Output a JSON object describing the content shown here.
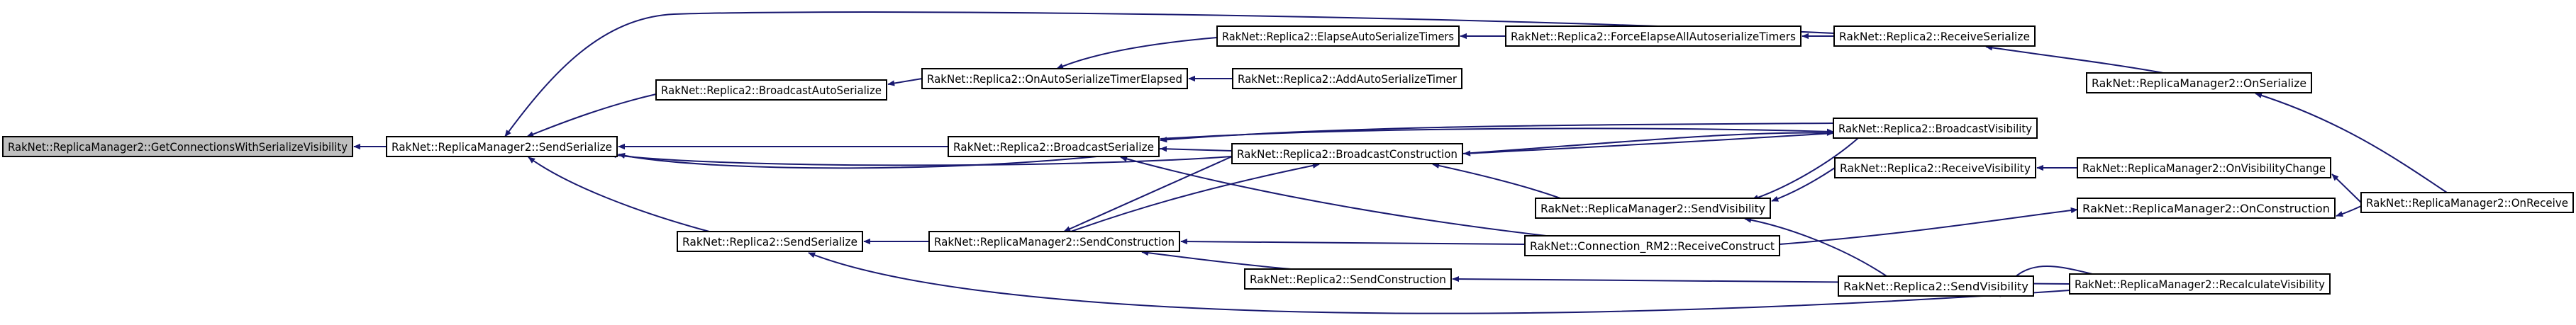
{
  "graph": {
    "nodes": [
      {
        "id": "n0",
        "label": "RakNet::ReplicaManager2::GetConnectionsWithSerializeVisibility",
        "root": true,
        "link": false
      },
      {
        "id": "n1",
        "label": "RakNet::ReplicaManager2::SendSerialize",
        "root": false,
        "link": true
      },
      {
        "id": "n2",
        "label": "RakNet::Replica2::BroadcastAutoSerialize",
        "root": false,
        "link": true
      },
      {
        "id": "n3",
        "label": "RakNet::Replica2::OnAutoSerializeTimerElapsed",
        "root": false,
        "link": true
      },
      {
        "id": "n4",
        "label": "RakNet::Replica2::ElapseAutoSerializeTimers",
        "root": false,
        "link": true
      },
      {
        "id": "n5",
        "label": "RakNet::Replica2::ForceElapseAllAutoserializeTimers",
        "root": false,
        "link": true
      },
      {
        "id": "n6",
        "label": "RakNet::Replica2::ReceiveSerialize",
        "root": false,
        "link": true
      },
      {
        "id": "n7",
        "label": "RakNet::ReplicaManager2::OnSerialize",
        "root": false,
        "link": true
      },
      {
        "id": "n8",
        "label": "RakNet::ReplicaManager2::OnReceive",
        "root": false,
        "link": true
      },
      {
        "id": "n9",
        "label": "RakNet::Replica2::AddAutoSerializeTimer",
        "root": false,
        "link": true
      },
      {
        "id": "n10",
        "label": "RakNet::Replica2::BroadcastSerialize",
        "root": false,
        "link": true
      },
      {
        "id": "n11",
        "label": "RakNet::Replica2::BroadcastVisibility",
        "root": false,
        "link": true
      },
      {
        "id": "n12",
        "label": "RakNet::Replica2::BroadcastConstruction",
        "root": false,
        "link": true
      },
      {
        "id": "n13",
        "label": "RakNet::Replica2::ReceiveVisibility",
        "root": false,
        "link": true
      },
      {
        "id": "n14",
        "label": "RakNet::ReplicaManager2::OnVisibilityChange",
        "root": false,
        "link": true
      },
      {
        "id": "n15",
        "label": "RakNet::ReplicaManager2::SendVisibility",
        "root": false,
        "link": true
      },
      {
        "id": "n16",
        "label": "RakNet::ReplicaManager2::OnConstruction",
        "root": false,
        "link": true
      },
      {
        "id": "n17",
        "label": "RakNet::Replica2::SendSerialize",
        "root": false,
        "link": true
      },
      {
        "id": "n18",
        "label": "RakNet::ReplicaManager2::SendConstruction",
        "root": false,
        "link": true
      },
      {
        "id": "n19",
        "label": "RakNet::Connection_RM2::ReceiveConstruct",
        "root": false,
        "link": true
      },
      {
        "id": "n20",
        "label": "RakNet::Replica2::SendVisibility",
        "root": false,
        "link": true
      },
      {
        "id": "n21",
        "label": "RakNet::Replica2::SendConstruction",
        "root": false,
        "link": true
      },
      {
        "id": "n22",
        "label": "RakNet::ReplicaManager2::RecalculateVisibility",
        "root": false,
        "link": true
      }
    ],
    "edges": [
      {
        "from": "n1",
        "to": "n0"
      },
      {
        "from": "n2",
        "to": "n1"
      },
      {
        "from": "n6",
        "to": "n1"
      },
      {
        "from": "n10",
        "to": "n1"
      },
      {
        "from": "n12",
        "to": "n1"
      },
      {
        "from": "n17",
        "to": "n1"
      },
      {
        "from": "n3",
        "to": "n2"
      },
      {
        "from": "n4",
        "to": "n3"
      },
      {
        "from": "n9",
        "to": "n3"
      },
      {
        "from": "n5",
        "to": "n4"
      },
      {
        "from": "n6",
        "to": "n5"
      },
      {
        "from": "n7",
        "to": "n6"
      },
      {
        "from": "n8",
        "to": "n7"
      },
      {
        "from": "n11",
        "to": "n10"
      },
      {
        "from": "n12",
        "to": "n10"
      },
      {
        "from": "n19",
        "to": "n10"
      },
      {
        "from": "n11",
        "to": "n12"
      },
      {
        "from": "n15",
        "to": "n12"
      },
      {
        "from": "n18",
        "to": "n12"
      },
      {
        "from": "n11",
        "to": "n15"
      },
      {
        "from": "n13",
        "to": "n15"
      },
      {
        "from": "n20",
        "to": "n15"
      },
      {
        "from": "n14",
        "to": "n13"
      },
      {
        "from": "n8",
        "to": "n14"
      },
      {
        "from": "n8",
        "to": "n16"
      },
      {
        "from": "n18",
        "to": "n17"
      },
      {
        "from": "n22",
        "to": "n17"
      },
      {
        "from": "n19",
        "to": "n18"
      },
      {
        "from": "n21",
        "to": "n18"
      },
      {
        "from": "n22",
        "to": "n21"
      },
      {
        "from": "n22",
        "to": "n20"
      }
    ]
  }
}
